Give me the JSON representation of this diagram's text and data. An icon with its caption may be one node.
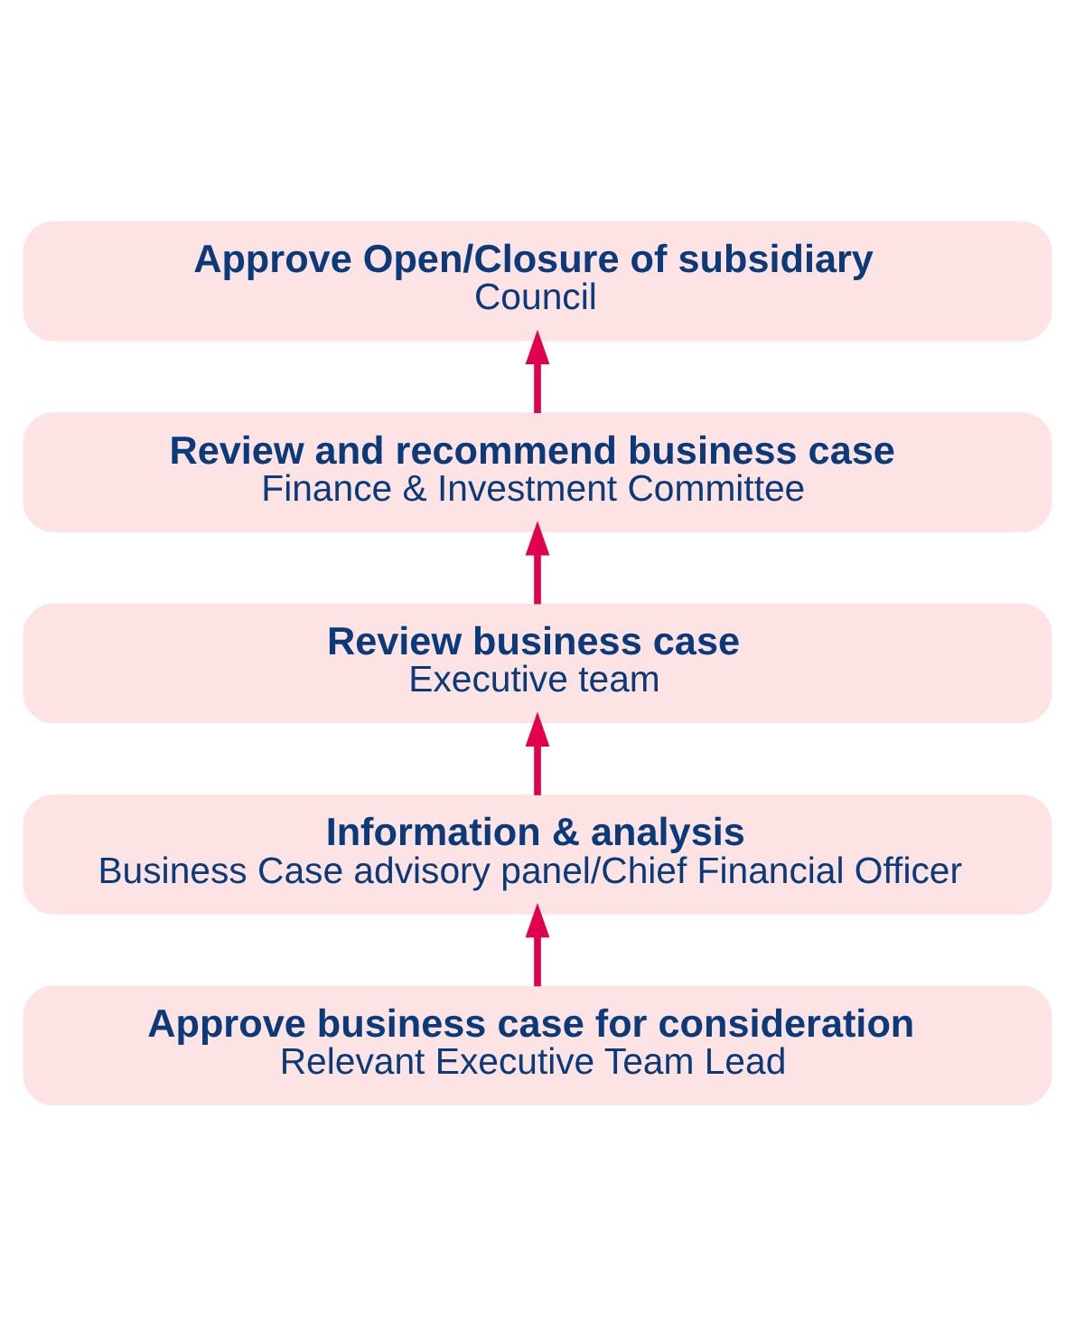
{
  "diagram": {
    "nodes": [
      {
        "text": [
          "Approve Open/Closure of subsidiary",
          "Council"
        ]
      },
      {
        "text": [
          "Review and recommend business case",
          "Finance & Investment Committee"
        ]
      },
      {
        "text": [
          "Review business case",
          "Executive team"
        ]
      },
      {
        "text": [
          "Information & analysis",
          "Business Case advisory panel/Chief Financial Officer"
        ]
      },
      {
        "text": [
          "Approve business case for consideration",
          "Relevant Executive Team Lead"
        ]
      }
    ],
    "edges": [
      {
        "from": 4,
        "to": 3,
        "arrow": "to"
      },
      {
        "from": 3,
        "to": 2,
        "arrow": "to"
      },
      {
        "from": 2,
        "to": 1,
        "arrow": "to"
      },
      {
        "from": 1,
        "to": 0,
        "arrow": "to"
      }
    ]
  }
}
